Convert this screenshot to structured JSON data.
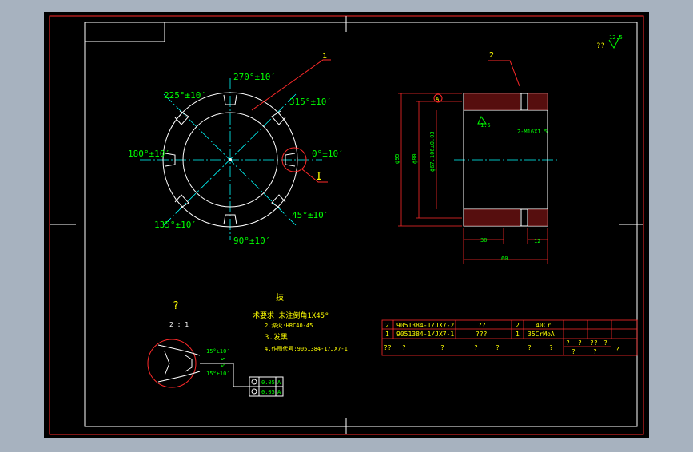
{
  "drawing": {
    "finish_symbol": {
      "qmarks": "??",
      "value": "12.5"
    },
    "part_labels": {
      "front": "1",
      "section": "2"
    },
    "section_letter": "I",
    "datum_letter": "A",
    "angles": {
      "a270": "270°±10′",
      "a315": "315°±10′",
      "a225": "225°±10′",
      "a180": "180°±10′",
      "a0": "0°±10′",
      "a135": "135°±10′",
      "a45": "45°±10′",
      "a90": "90°±10′"
    },
    "section_dims": {
      "d_outer": "ϕ95",
      "d_inner": "ϕ80",
      "d_bore": "ϕ67.106±0.03",
      "roughness": "1.6",
      "tap": "2-M16X1.5",
      "len30": "30",
      "len12": "12",
      "len60": "60"
    },
    "detail": {
      "title": "?",
      "scale": "2 : 1",
      "dim1": "15°±10′",
      "dim2": "15°±10′",
      "dim_small": "5.5"
    },
    "tolerance_frame": {
      "row1": {
        "value": "0.05",
        "datum": "A"
      },
      "row2": {
        "value": "0.05",
        "datum": "A"
      }
    },
    "tech_notes": {
      "heading": "技",
      "line1": "术要求 未注倒角1X45°",
      "line2": "2.淬火:HRC40-45",
      "line3": "3.发黑",
      "line4": "4.作图代号:9051384-1/JX7-1"
    },
    "bom": {
      "rows": [
        {
          "no": "2",
          "code": "9051384-1/JX7-2",
          "name": "??",
          "qty": "2",
          "material": "40Cr"
        },
        {
          "no": "1",
          "code": "9051384-1/JX7-1",
          "name": "???",
          "qty": "1",
          "material": "35CrMoA"
        }
      ],
      "header": [
        "??",
        "?",
        "?",
        "?",
        "?",
        "?",
        "?"
      ],
      "right_header": [
        "?",
        "?",
        "??",
        "?"
      ],
      "right_header2": [
        "?",
        "?",
        "?"
      ]
    }
  }
}
